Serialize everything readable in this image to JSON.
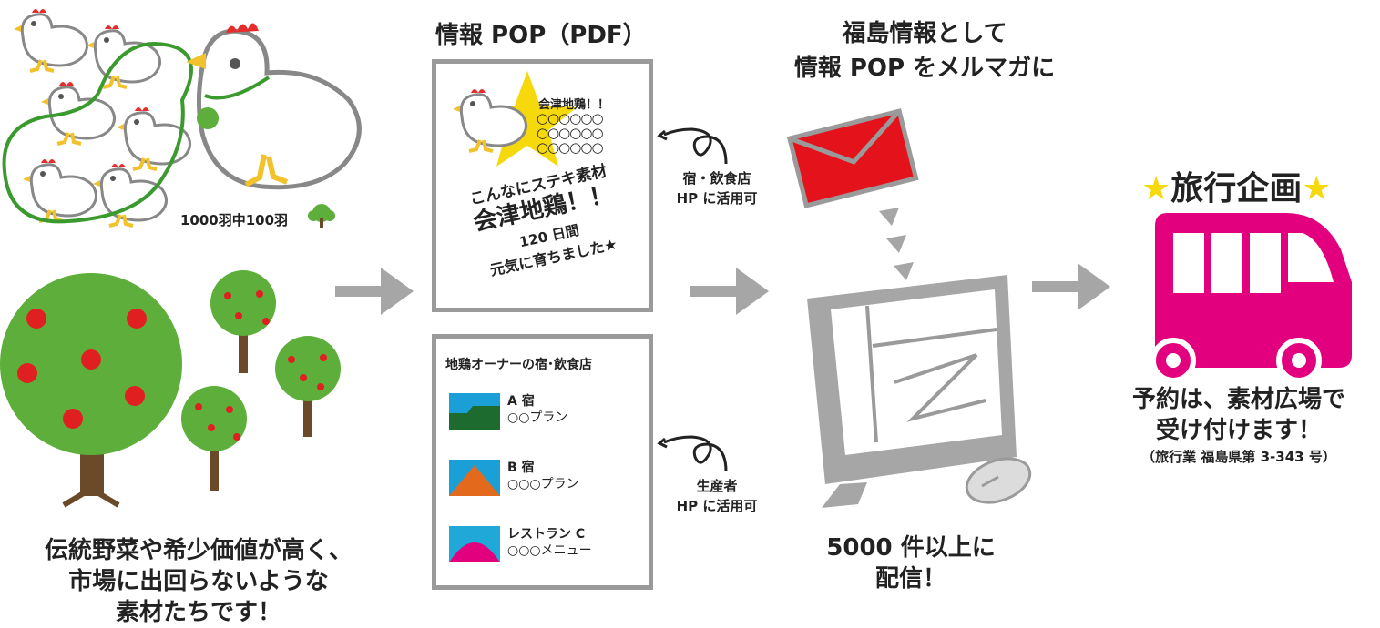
{
  "panel_title": "情報 POP（PDF）",
  "mail_heading": [
    "福島情報として",
    "情報 POP をメルマガに"
  ],
  "flock_note": "1000羽中100羽",
  "left_caption": [
    "伝統野菜や希少価値が高く、",
    "市場に出回らないような",
    "素材たちです！"
  ],
  "pop": {
    "star_title": "会津地鶏！！",
    "circles": [
      "○○○○○○",
      "○○○○○○",
      "○○○○○○"
    ],
    "line1": "こんなにステキ素材",
    "line2": "会津地鶏！！",
    "line3": "120 日間",
    "line4": "元気に育ちました★"
  },
  "owner_panel": {
    "title": "地鶏オーナーの宿･飲食店",
    "items": [
      {
        "name": "A 宿",
        "plan": "○○プラン",
        "color": "#1a9fd6"
      },
      {
        "name": "B 宿",
        "plan": "○○○プラン",
        "color": "#1a9fd6"
      },
      {
        "name": "レストラン C",
        "plan": "○○○メニュー",
        "color": "#1fa8d8"
      }
    ]
  },
  "usage_notes": {
    "inn": [
      "宿・飲食店",
      "HP に活用可"
    ],
    "producer": [
      "生産者",
      "HP に活用可"
    ]
  },
  "delivery": [
    "5000 件以上に",
    "配信！"
  ],
  "tour": {
    "title": "旅行企画",
    "star": "★",
    "reserve": [
      "予約は、素材広場で",
      "受け付けます！"
    ],
    "license": "（旅行業 福島県第 3-343 号）"
  },
  "colors": {
    "arrow": "#a6a6a6",
    "panel_border": "#9a9a9a",
    "envelope": "#e3121b",
    "bus": "#e3007f",
    "star": "#f5d90a",
    "tree_green": "#5dae3a",
    "apple_red": "#e02020",
    "loop_green": "#3a9a2e"
  }
}
